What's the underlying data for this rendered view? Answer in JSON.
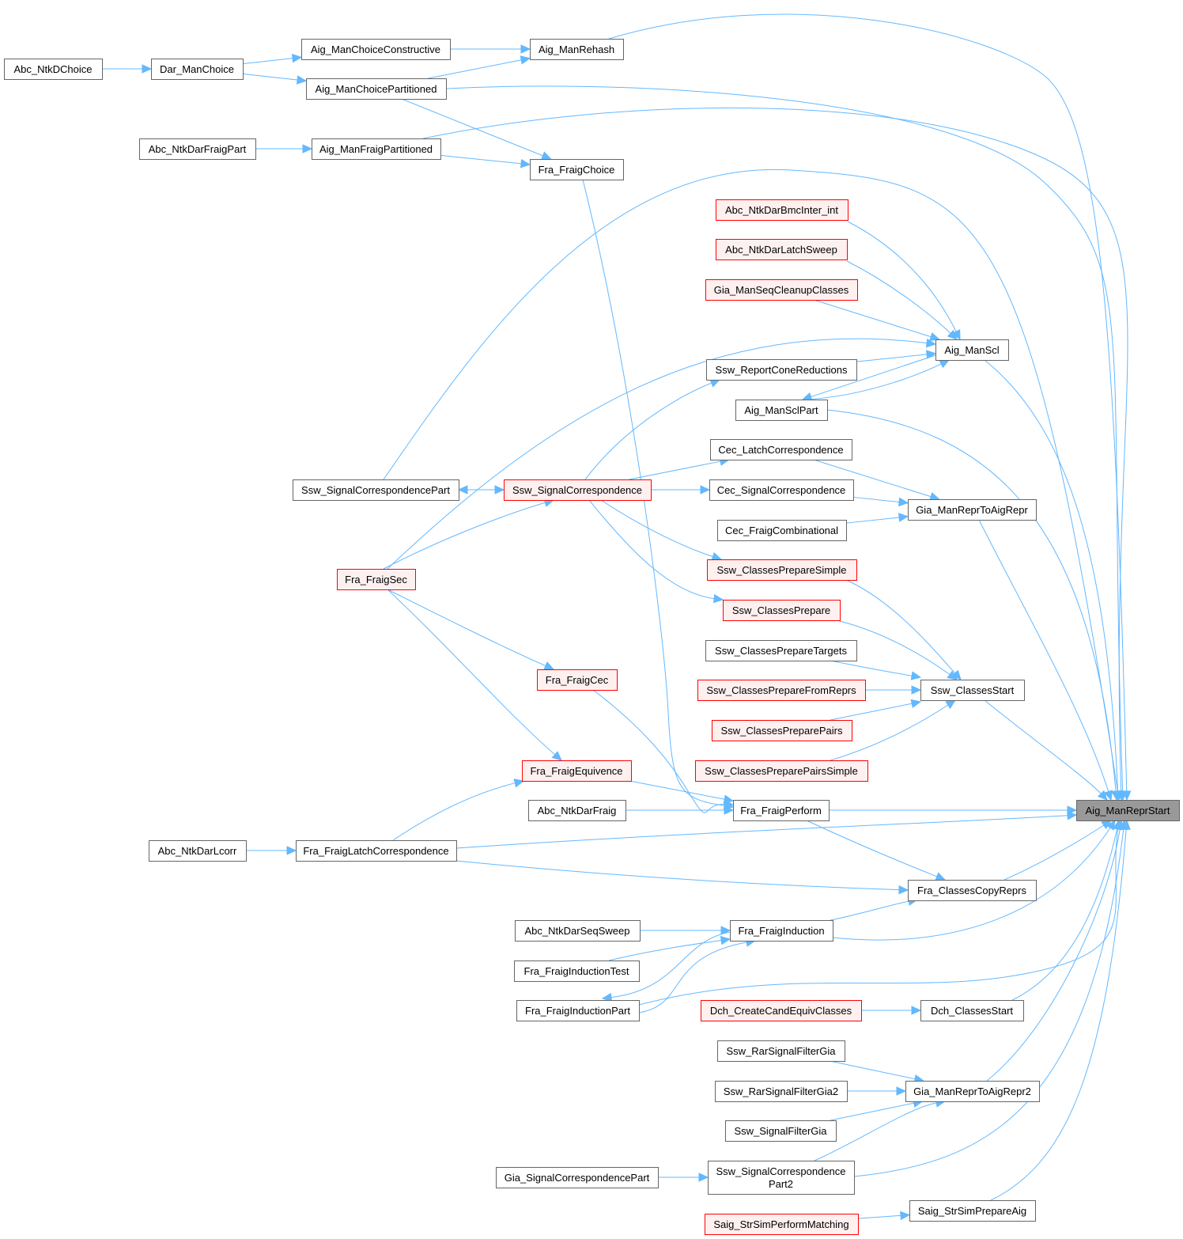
{
  "chart_data": {
    "type": "call-graph",
    "title": "",
    "colors": {
      "edge": "#63b8ff",
      "root_fill": "#999999",
      "truncated_border": "#ff0000",
      "truncated_fill": "#fff0f0",
      "normal_border": "#666666"
    },
    "root": "Aig_ManReprStart",
    "nodes": [
      {
        "id": "Aig_ManReprStart",
        "label": "Aig_ManReprStart",
        "style": "root"
      },
      {
        "id": "Abc_NtkDChoice",
        "label": "Abc_NtkDChoice",
        "style": "normal"
      },
      {
        "id": "Dar_ManChoice",
        "label": "Dar_ManChoice",
        "style": "normal"
      },
      {
        "id": "Aig_ManChoiceConstructive",
        "label": "Aig_ManChoiceConstructive",
        "style": "normal"
      },
      {
        "id": "Aig_ManChoicePartitioned",
        "label": "Aig_ManChoicePartitioned",
        "style": "normal"
      },
      {
        "id": "Aig_ManRehash",
        "label": "Aig_ManRehash",
        "style": "normal"
      },
      {
        "id": "Abc_NtkDarFraigPart",
        "label": "Abc_NtkDarFraigPart",
        "style": "normal"
      },
      {
        "id": "Aig_ManFraigPartitioned",
        "label": "Aig_ManFraigPartitioned",
        "style": "normal"
      },
      {
        "id": "Fra_FraigChoice",
        "label": "Fra_FraigChoice",
        "style": "normal"
      },
      {
        "id": "Abc_NtkDarBmcInter_int",
        "label": "Abc_NtkDarBmcInter_int",
        "style": "truncated"
      },
      {
        "id": "Abc_NtkDarLatchSweep",
        "label": "Abc_NtkDarLatchSweep",
        "style": "truncated"
      },
      {
        "id": "Gia_ManSeqCleanupClasses",
        "label": "Gia_ManSeqCleanupClasses",
        "style": "truncated"
      },
      {
        "id": "Aig_ManScl",
        "label": "Aig_ManScl",
        "style": "normal"
      },
      {
        "id": "Ssw_ReportConeReductions",
        "label": "Ssw_ReportConeReductions",
        "style": "normal"
      },
      {
        "id": "Aig_ManSclPart",
        "label": "Aig_ManSclPart",
        "style": "normal"
      },
      {
        "id": "Cec_LatchCorrespondence",
        "label": "Cec_LatchCorrespondence",
        "style": "normal"
      },
      {
        "id": "Ssw_SignalCorrespondencePart",
        "label": "Ssw_SignalCorrespondencePart",
        "style": "normal"
      },
      {
        "id": "Ssw_SignalCorrespondence",
        "label": "Ssw_SignalCorrespondence",
        "style": "truncated"
      },
      {
        "id": "Cec_SignalCorrespondence",
        "label": "Cec_SignalCorrespondence",
        "style": "normal"
      },
      {
        "id": "Gia_ManReprToAigRepr",
        "label": "Gia_ManReprToAigRepr",
        "style": "normal"
      },
      {
        "id": "Cec_FraigCombinational",
        "label": "Cec_FraigCombinational",
        "style": "normal"
      },
      {
        "id": "Fra_FraigSec",
        "label": "Fra_FraigSec",
        "style": "truncated"
      },
      {
        "id": "Ssw_ClassesPrepareSimple",
        "label": "Ssw_ClassesPrepareSimple",
        "style": "truncated"
      },
      {
        "id": "Ssw_ClassesPrepare",
        "label": "Ssw_ClassesPrepare",
        "style": "truncated"
      },
      {
        "id": "Ssw_ClassesPrepareTargets",
        "label": "Ssw_ClassesPrepareTargets",
        "style": "normal"
      },
      {
        "id": "Ssw_ClassesPrepareFromReprs",
        "label": "Ssw_ClassesPrepareFromReprs",
        "style": "truncated"
      },
      {
        "id": "Ssw_ClassesPreparePairs",
        "label": "Ssw_ClassesPreparePairs",
        "style": "truncated"
      },
      {
        "id": "Ssw_ClassesPreparePairsSimple",
        "label": "Ssw_ClassesPreparePairsSimple",
        "style": "truncated"
      },
      {
        "id": "Ssw_ClassesStart",
        "label": "Ssw_ClassesStart",
        "style": "normal"
      },
      {
        "id": "Fra_FraigCec",
        "label": "Fra_FraigCec",
        "style": "truncated"
      },
      {
        "id": "Fra_FraigEquivence",
        "label": "Fra_FraigEquivence",
        "style": "truncated"
      },
      {
        "id": "Abc_NtkDarFraig",
        "label": "Abc_NtkDarFraig",
        "style": "normal"
      },
      {
        "id": "Fra_FraigPerform",
        "label": "Fra_FraigPerform",
        "style": "normal"
      },
      {
        "id": "Abc_NtkDarLcorr",
        "label": "Abc_NtkDarLcorr",
        "style": "normal"
      },
      {
        "id": "Fra_FraigLatchCorrespondence",
        "label": "Fra_FraigLatchCorrespondence",
        "style": "normal"
      },
      {
        "id": "Fra_ClassesCopyReprs",
        "label": "Fra_ClassesCopyReprs",
        "style": "normal"
      },
      {
        "id": "Abc_NtkDarSeqSweep",
        "label": "Abc_NtkDarSeqSweep",
        "style": "normal"
      },
      {
        "id": "Fra_FraigInduction",
        "label": "Fra_FraigInduction",
        "style": "normal"
      },
      {
        "id": "Fra_FraigInductionTest",
        "label": "Fra_FraigInductionTest",
        "style": "normal"
      },
      {
        "id": "Fra_FraigInductionPart",
        "label": "Fra_FraigInductionPart",
        "style": "normal"
      },
      {
        "id": "Dch_CreateCandEquivClasses",
        "label": "Dch_CreateCandEquivClasses",
        "style": "truncated"
      },
      {
        "id": "Dch_ClassesStart",
        "label": "Dch_ClassesStart",
        "style": "normal"
      },
      {
        "id": "Ssw_RarSignalFilterGia",
        "label": "Ssw_RarSignalFilterGia",
        "style": "normal"
      },
      {
        "id": "Ssw_RarSignalFilterGia2",
        "label": "Ssw_RarSignalFilterGia2",
        "style": "normal"
      },
      {
        "id": "Gia_ManReprToAigRepr2",
        "label": "Gia_ManReprToAigRepr2",
        "style": "normal"
      },
      {
        "id": "Ssw_SignalFilterGia",
        "label": "Ssw_SignalFilterGia",
        "style": "normal"
      },
      {
        "id": "Gia_SignalCorrespondencePart",
        "label": "Gia_SignalCorrespondencePart",
        "style": "normal"
      },
      {
        "id": "Ssw_SignalCorrespondencePart2",
        "label": "Ssw_SignalCorrespondence Part2",
        "lines": [
          "Ssw_SignalCorrespondence",
          "Part2"
        ],
        "style": "normal"
      },
      {
        "id": "Saig_StrSimPerformMatching",
        "label": "Saig_StrSimPerformMatching",
        "style": "truncated"
      },
      {
        "id": "Saig_StrSimPrepareAig",
        "label": "Saig_StrSimPrepareAig",
        "style": "normal"
      }
    ],
    "edges": [
      [
        "Abc_NtkDChoice",
        "Dar_ManChoice"
      ],
      [
        "Dar_ManChoice",
        "Aig_ManChoiceConstructive"
      ],
      [
        "Dar_ManChoice",
        "Aig_ManChoicePartitioned"
      ],
      [
        "Aig_ManChoiceConstructive",
        "Aig_ManRehash"
      ],
      [
        "Aig_ManChoicePartitioned",
        "Aig_ManRehash"
      ],
      [
        "Aig_ManChoicePartitioned",
        "Fra_FraigChoice"
      ],
      [
        "Aig_ManChoicePartitioned",
        "Aig_ManReprStart"
      ],
      [
        "Aig_ManRehash",
        "Aig_ManReprStart"
      ],
      [
        "Abc_NtkDarFraigPart",
        "Aig_ManFraigPartitioned"
      ],
      [
        "Aig_ManFraigPartitioned",
        "Fra_FraigChoice"
      ],
      [
        "Aig_ManFraigPartitioned",
        "Aig_ManReprStart"
      ],
      [
        "Fra_FraigChoice",
        "Fra_FraigPerform"
      ],
      [
        "Abc_NtkDarBmcInter_int",
        "Aig_ManScl"
      ],
      [
        "Abc_NtkDarLatchSweep",
        "Aig_ManScl"
      ],
      [
        "Gia_ManSeqCleanupClasses",
        "Aig_ManScl"
      ],
      [
        "Ssw_ReportConeReductions",
        "Aig_ManScl"
      ],
      [
        "Aig_ManSclPart",
        "Aig_ManScl"
      ],
      [
        "Aig_ManScl",
        "Aig_ManSclPart"
      ],
      [
        "Fra_FraigSec",
        "Aig_ManScl"
      ],
      [
        "Aig_ManScl",
        "Aig_ManReprStart"
      ],
      [
        "Aig_ManSclPart",
        "Aig_ManReprStart"
      ],
      [
        "Ssw_SignalCorrespondencePart",
        "Aig_ManReprStart"
      ],
      [
        "Ssw_SignalCorrespondence",
        "Ssw_ReportConeReductions"
      ],
      [
        "Ssw_SignalCorrespondence",
        "Cec_LatchCorrespondence"
      ],
      [
        "Ssw_SignalCorrespondence",
        "Ssw_SignalCorrespondencePart"
      ],
      [
        "Ssw_SignalCorrespondencePart",
        "Ssw_SignalCorrespondence"
      ],
      [
        "Ssw_SignalCorrespondence",
        "Cec_SignalCorrespondence"
      ],
      [
        "Ssw_SignalCorrespondence",
        "Ssw_ClassesPrepareSimple"
      ],
      [
        "Ssw_SignalCorrespondence",
        "Ssw_ClassesPrepare"
      ],
      [
        "Fra_FraigSec",
        "Ssw_SignalCorrespondence"
      ],
      [
        "Cec_LatchCorrespondence",
        "Gia_ManReprToAigRepr"
      ],
      [
        "Cec_SignalCorrespondence",
        "Gia_ManReprToAigRepr"
      ],
      [
        "Cec_FraigCombinational",
        "Gia_ManReprToAigRepr"
      ],
      [
        "Gia_ManReprToAigRepr",
        "Aig_ManReprStart"
      ],
      [
        "Ssw_ClassesPrepareSimple",
        "Ssw_ClassesStart"
      ],
      [
        "Ssw_ClassesPrepare",
        "Ssw_ClassesStart"
      ],
      [
        "Ssw_ClassesPrepareTargets",
        "Ssw_ClassesStart"
      ],
      [
        "Ssw_ClassesPrepareFromReprs",
        "Ssw_ClassesStart"
      ],
      [
        "Ssw_ClassesPreparePairs",
        "Ssw_ClassesStart"
      ],
      [
        "Ssw_ClassesPreparePairsSimple",
        "Ssw_ClassesStart"
      ],
      [
        "Ssw_ClassesStart",
        "Aig_ManReprStart"
      ],
      [
        "Fra_FraigSec",
        "Fra_FraigCec"
      ],
      [
        "Fra_FraigSec",
        "Fra_FraigEquivence"
      ],
      [
        "Fra_FraigCec",
        "Fra_FraigPerform"
      ],
      [
        "Fra_FraigEquivence",
        "Fra_FraigPerform"
      ],
      [
        "Abc_NtkDarFraig",
        "Fra_FraigPerform"
      ],
      [
        "Fra_FraigPerform",
        "Aig_ManReprStart"
      ],
      [
        "Fra_FraigPerform",
        "Fra_ClassesCopyReprs"
      ],
      [
        "Abc_NtkDarLcorr",
        "Fra_FraigLatchCorrespondence"
      ],
      [
        "Fra_FraigLatchCorrespondence",
        "Fra_FraigEquivence"
      ],
      [
        "Fra_FraigLatchCorrespondence",
        "Aig_ManReprStart"
      ],
      [
        "Fra_FraigLatchCorrespondence",
        "Fra_ClassesCopyReprs"
      ],
      [
        "Fra_ClassesCopyReprs",
        "Aig_ManReprStart"
      ],
      [
        "Abc_NtkDarSeqSweep",
        "Fra_FraigInduction"
      ],
      [
        "Fra_FraigInductionTest",
        "Fra_FraigInduction"
      ],
      [
        "Fra_FraigInductionPart",
        "Fra_FraigInduction"
      ],
      [
        "Fra_FraigInduction",
        "Fra_FraigInductionPart"
      ],
      [
        "Fra_FraigInduction",
        "Fra_ClassesCopyReprs"
      ],
      [
        "Fra_FraigInduction",
        "Aig_ManReprStart"
      ],
      [
        "Fra_FraigInductionPart",
        "Aig_ManReprStart"
      ],
      [
        "Dch_CreateCandEquivClasses",
        "Dch_ClassesStart"
      ],
      [
        "Dch_ClassesStart",
        "Aig_ManReprStart"
      ],
      [
        "Ssw_RarSignalFilterGia",
        "Gia_ManReprToAigRepr2"
      ],
      [
        "Ssw_RarSignalFilterGia2",
        "Gia_ManReprToAigRepr2"
      ],
      [
        "Ssw_SignalFilterGia",
        "Gia_ManReprToAigRepr2"
      ],
      [
        "Ssw_SignalCorrespondencePart2",
        "Gia_ManReprToAigRepr2"
      ],
      [
        "Gia_ManReprToAigRepr2",
        "Aig_ManReprStart"
      ],
      [
        "Gia_SignalCorrespondencePart",
        "Ssw_SignalCorrespondencePart2"
      ],
      [
        "Ssw_SignalCorrespondencePart2",
        "Aig_ManReprStart"
      ],
      [
        "Saig_StrSimPerformMatching",
        "Saig_StrSimPrepareAig"
      ],
      [
        "Saig_StrSimPrepareAig",
        "Aig_ManReprStart"
      ]
    ]
  }
}
